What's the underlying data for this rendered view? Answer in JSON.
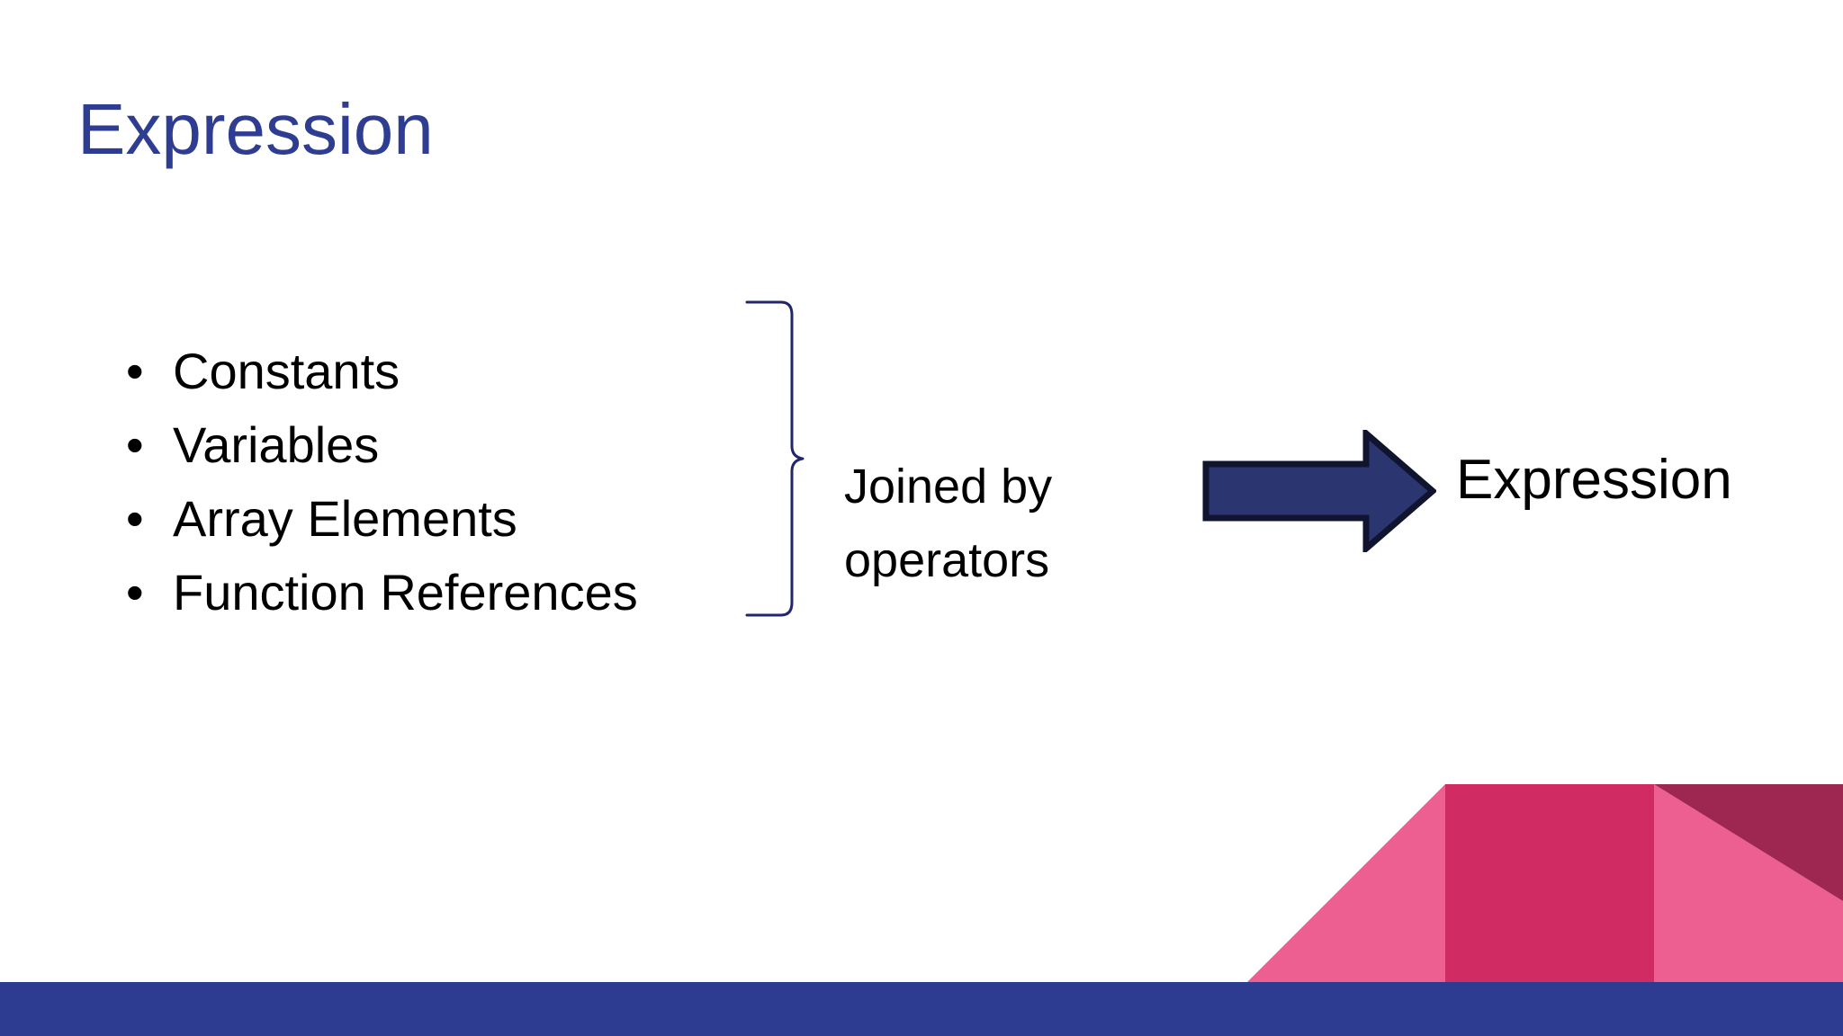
{
  "slide": {
    "title": "Expression",
    "background_color": "#ffffff",
    "title_color": "#2e3d92"
  },
  "bullets": {
    "marker": "•",
    "items": [
      {
        "label": "Constants"
      },
      {
        "label": "Variables"
      },
      {
        "label": "Array Elements"
      },
      {
        "label": "Function References"
      }
    ]
  },
  "brace": {
    "name": "right-curly-brace",
    "color": "#22276b"
  },
  "middle_label": {
    "line1": "Joined by",
    "line2": "operators"
  },
  "arrow": {
    "name": "right-block-arrow",
    "fill": "#2b3570",
    "stroke": "#11142e"
  },
  "result": {
    "label": "Expression"
  },
  "decoration": {
    "light_pink": "#ec5f90",
    "magenta": "#d02b63",
    "dark_maroon": "#9e2751",
    "bottom_bar": "#2d3c91"
  }
}
